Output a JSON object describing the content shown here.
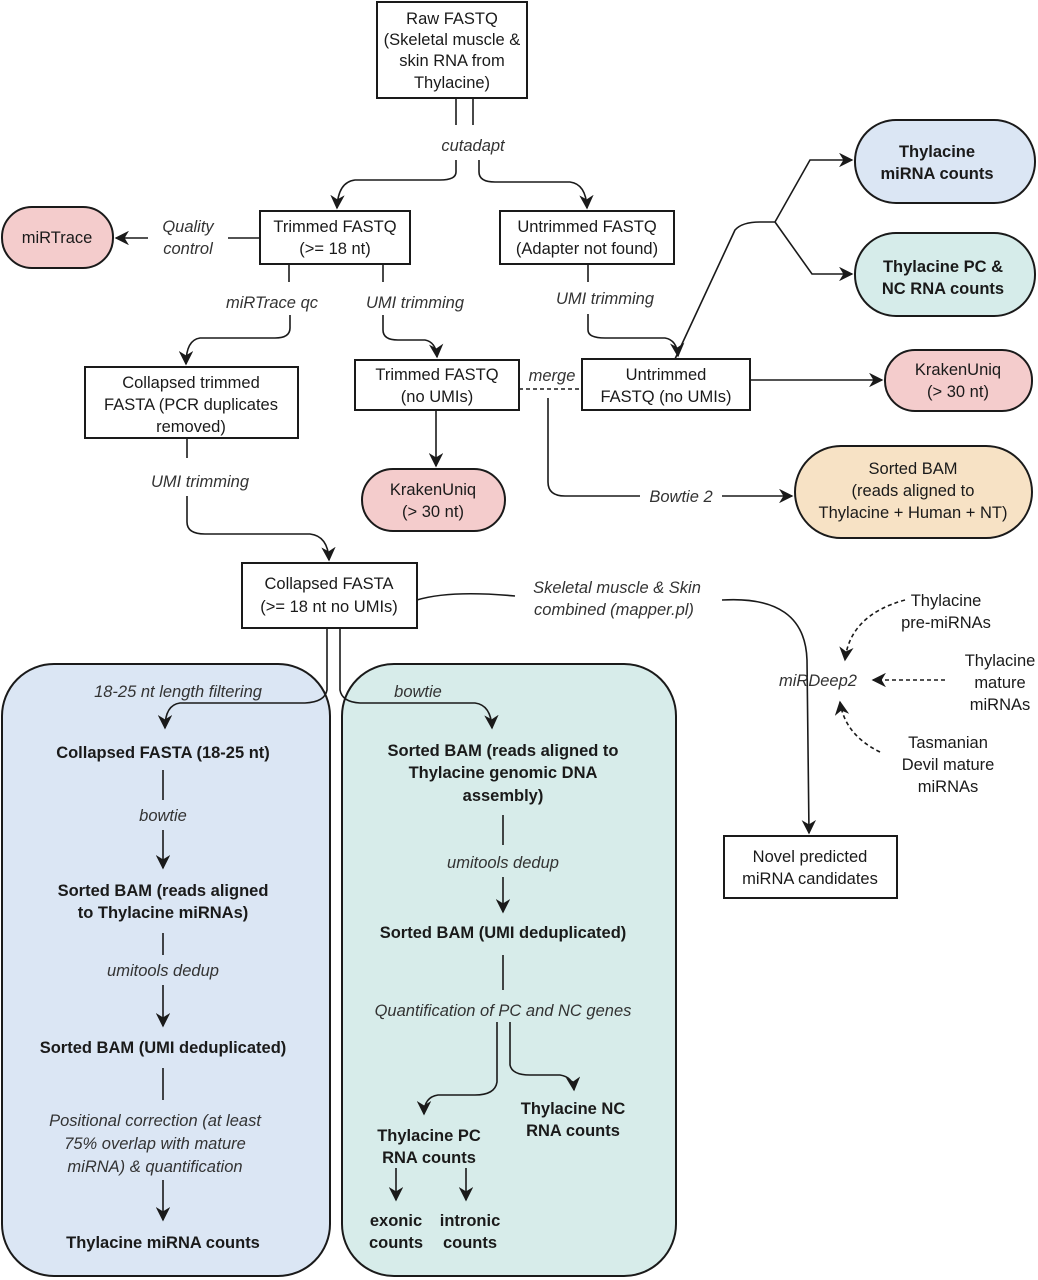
{
  "colors": {
    "pink": "#f4cccc",
    "blue": "#dbe6f4",
    "teal": "#d6ecea",
    "orange": "#f7e2c5",
    "panel_blue": "#dbe6f4",
    "panel_teal": "#d7ecea"
  },
  "nodes": {
    "raw": [
      "Raw FASTQ",
      "(Skeletal muscle &",
      "skin RNA from",
      "Thylacine)"
    ],
    "trimmed": [
      "Trimmed FASTQ",
      "(>= 18 nt)"
    ],
    "untrimmed": [
      "Untrimmed FASTQ",
      "(Adapter not found)"
    ],
    "mirtrace": [
      "miRTrace"
    ],
    "collapsed_trimmed": [
      "Collapsed trimmed",
      "FASTA (PCR duplicates",
      "removed)"
    ],
    "trimmed_noumi": [
      "Trimmed FASTQ",
      "(no UMIs)"
    ],
    "untrimmed_noumi": [
      "Untrimmed",
      "FASTQ (no UMIs)"
    ],
    "thy_mirna": [
      "Thylacine",
      "miRNA counts"
    ],
    "thy_pcnc": [
      "Thylacine PC &",
      "NC RNA counts"
    ],
    "kraken_right": [
      "KrakenUniq",
      "(> 30 nt)"
    ],
    "kraken_mid": [
      "KrakenUniq",
      "(> 30 nt)"
    ],
    "sorted_bam_all": [
      "Sorted BAM",
      "(reads aligned to",
      "Thylacine + Human + NT)"
    ],
    "collapsed": [
      "Collapsed FASTA",
      "(>= 18 nt no UMIs)"
    ],
    "novel": [
      "Novel predicted",
      "miRNA candidates"
    ],
    "pre_mirnas": [
      "Thylacine",
      "pre-miRNAs"
    ],
    "mature": [
      "Thylacine",
      "mature",
      "miRNAs"
    ],
    "devil": [
      "Tasmanian",
      "Devil mature",
      "miRNAs"
    ],
    "mirdeep": "miRDeep2"
  },
  "labels": {
    "cutadapt": "cutadapt",
    "qc": [
      "Quality",
      "control"
    ],
    "mirtrace_qc": "miRTrace qc",
    "umi_mid": "UMI trimming",
    "umi_right": "UMI trimming",
    "umi_left": "UMI trimming",
    "merge": "merge",
    "bowtie2": "Bowtie 2",
    "combined": [
      "Skeletal muscle & Skin",
      "combined (mapper.pl)"
    ]
  },
  "panel_mirna": {
    "filter": "18-25 nt length filtering",
    "collapsed": "Collapsed FASTA (18-25 nt)",
    "bowtie": "bowtie",
    "sorted": [
      "Sorted BAM (reads aligned",
      "to Thylacine miRNAs)"
    ],
    "dedup": "umitools dedup",
    "sorted_dedup": "Sorted BAM (UMI deduplicated)",
    "correction": [
      "Positional correction (at least",
      "75% overlap with mature",
      "miRNA) & quantification"
    ],
    "counts": "Thylacine miRNA counts"
  },
  "panel_genomic": {
    "bowtie": "bowtie",
    "sorted": [
      "Sorted BAM (reads aligned to",
      "Thylacine genomic DNA",
      "assembly)"
    ],
    "dedup": "umitools dedup",
    "sorted_dedup": "Sorted BAM (UMI deduplicated)",
    "quant": "Quantification of PC and NC genes",
    "nc": [
      "Thylacine NC",
      "RNA counts"
    ],
    "pc": [
      "Thylacine PC",
      "RNA counts"
    ],
    "exonic": [
      "exonic",
      "counts"
    ],
    "intronic": [
      "intronic",
      "counts"
    ]
  }
}
